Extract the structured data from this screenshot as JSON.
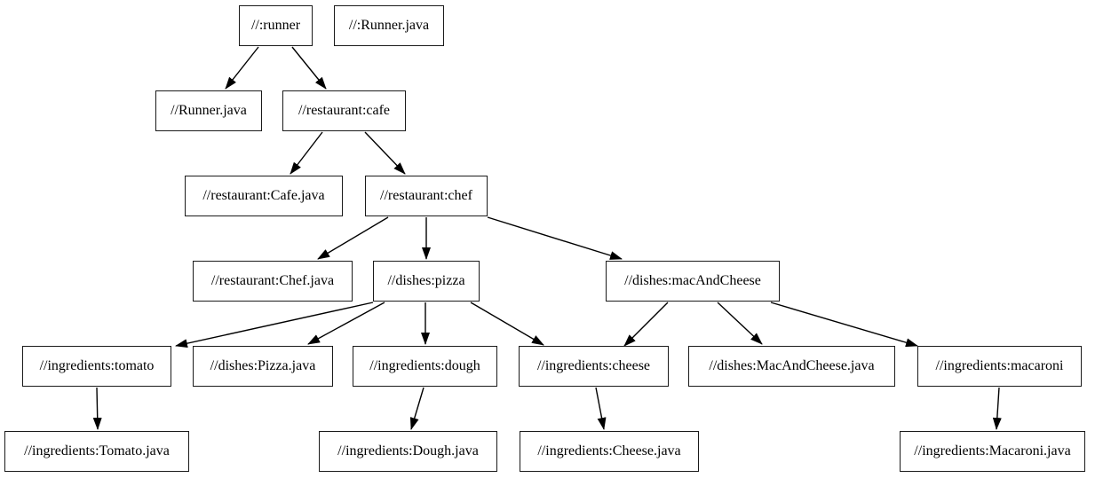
{
  "diagram": {
    "type": "directed-dependency-graph",
    "colors": {
      "background": "#ffffff",
      "node_fill": "#ffffff",
      "node_border": "#1a1a1a",
      "edge": "#000000",
      "text": "#000000"
    },
    "nodes": {
      "runner": {
        "label": "//:runner"
      },
      "runner_file": {
        "label": "//:Runner.java"
      },
      "runner_java": {
        "label": "//Runner.java"
      },
      "cafe": {
        "label": "//restaurant:cafe"
      },
      "cafe_java": {
        "label": "//restaurant:Cafe.java"
      },
      "chef": {
        "label": "//restaurant:chef"
      },
      "chef_java": {
        "label": "//restaurant:Chef.java"
      },
      "pizza": {
        "label": "//dishes:pizza"
      },
      "mac_and_cheese": {
        "label": "//dishes:macAndCheese"
      },
      "tomato": {
        "label": "//ingredients:tomato"
      },
      "pizza_java": {
        "label": "//dishes:Pizza.java"
      },
      "dough": {
        "label": "//ingredients:dough"
      },
      "cheese": {
        "label": "//ingredients:cheese"
      },
      "mac_and_cheese_java": {
        "label": "//dishes:MacAndCheese.java"
      },
      "macaroni": {
        "label": "//ingredients:macaroni"
      },
      "tomato_java": {
        "label": "//ingredients:Tomato.java"
      },
      "dough_java": {
        "label": "//ingredients:Dough.java"
      },
      "cheese_java": {
        "label": "//ingredients:Cheese.java"
      },
      "macaroni_java": {
        "label": "//ingredients:Macaroni.java"
      }
    },
    "edges": [
      {
        "from": "runner",
        "to": "runner_java"
      },
      {
        "from": "runner",
        "to": "cafe"
      },
      {
        "from": "cafe",
        "to": "cafe_java"
      },
      {
        "from": "cafe",
        "to": "chef"
      },
      {
        "from": "chef",
        "to": "chef_java"
      },
      {
        "from": "chef",
        "to": "pizza"
      },
      {
        "from": "chef",
        "to": "mac_and_cheese"
      },
      {
        "from": "pizza",
        "to": "tomato"
      },
      {
        "from": "pizza",
        "to": "pizza_java"
      },
      {
        "from": "pizza",
        "to": "dough"
      },
      {
        "from": "pizza",
        "to": "cheese"
      },
      {
        "from": "mac_and_cheese",
        "to": "cheese"
      },
      {
        "from": "mac_and_cheese",
        "to": "mac_and_cheese_java"
      },
      {
        "from": "mac_and_cheese",
        "to": "macaroni"
      },
      {
        "from": "tomato",
        "to": "tomato_java"
      },
      {
        "from": "dough",
        "to": "dough_java"
      },
      {
        "from": "cheese",
        "to": "cheese_java"
      },
      {
        "from": "macaroni",
        "to": "macaroni_java"
      }
    ]
  }
}
